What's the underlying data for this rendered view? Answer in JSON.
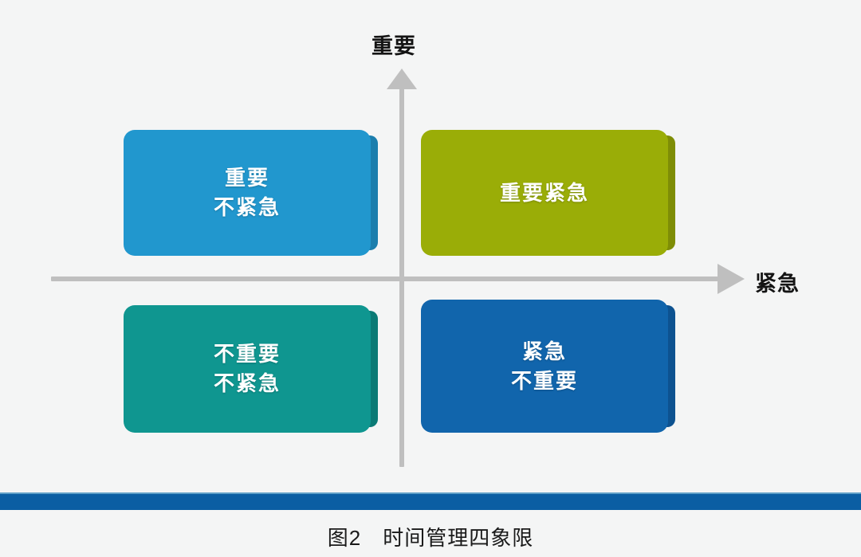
{
  "figure": {
    "background_color": "#f4f5f5",
    "axes": {
      "y_axis_label": "重要",
      "x_axis_label": "紧急",
      "axis_color": "#bfbfbf"
    },
    "quadrants": [
      {
        "id": "top-left",
        "lines": [
          "重要",
          "不紧急"
        ],
        "color": "#2197ce",
        "edge_color": "#1b7ead",
        "text_color": "#ffffff"
      },
      {
        "id": "top-right",
        "lines": [
          "重要紧急"
        ],
        "color": "#9aad07",
        "edge_color": "#7e8d06",
        "text_color": "#ffffff"
      },
      {
        "id": "bottom-left",
        "lines": [
          "不重要",
          "不紧急"
        ],
        "color": "#0f9690",
        "edge_color": "#0b7a75",
        "text_color": "#ffffff"
      },
      {
        "id": "bottom-right",
        "lines": [
          "紧急",
          "不重要"
        ],
        "color": "#1165ac",
        "edge_color": "#0d5290",
        "text_color": "#ffffff"
      }
    ],
    "divider_bar_color": "#0b5ea3",
    "caption": "图2　时间管理四象限"
  },
  "chart_data": {
    "type": "diagram",
    "title": "图2　时间管理四象限",
    "xlabel": "紧急",
    "ylabel": "重要",
    "categories": [
      "重要 不紧急",
      "重要紧急",
      "不重要 不紧急",
      "紧急 不重要"
    ],
    "quadrant_positions": [
      "upper-left",
      "upper-right",
      "lower-left",
      "lower-right"
    ],
    "colors": [
      "#2197ce",
      "#9aad07",
      "#0f9690",
      "#1165ac"
    ],
    "grid": false,
    "legend": "none"
  }
}
